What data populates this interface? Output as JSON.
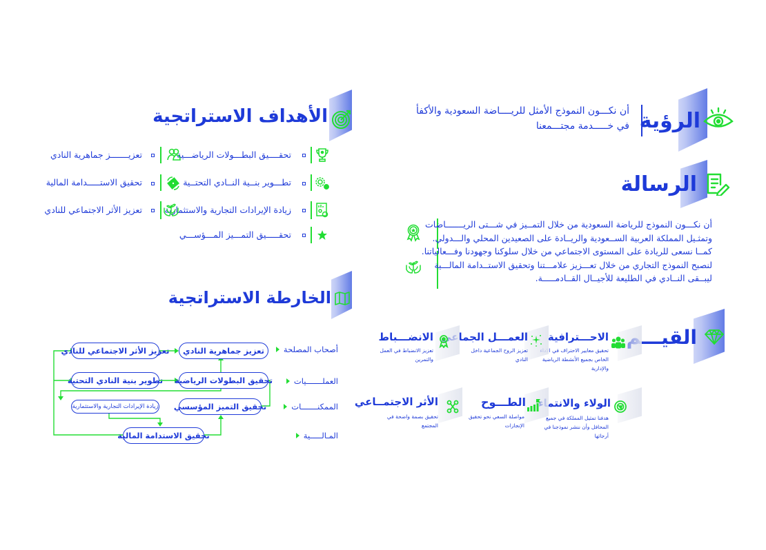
{
  "colors": {
    "primary_blue": "#1e3ad8",
    "accent_green": "#22dd33"
  },
  "vision": {
    "title": "الرؤية",
    "icon": "eye-icon",
    "lines": [
      "أن نكـــون النموذج الأمثل للريــــاضة السعودية والأكفأ",
      "في خـــــدمة مجتـــمعنا"
    ]
  },
  "mission": {
    "title": "الرسالة",
    "icon": "edit-document-icon",
    "lines": [
      "أن نكـــون النموذج للرياضة السعودية من خلال التمــيز في شـــتى الريـــــــاضات",
      "وتمثـيل المملكة العربية الســعودية والريــادة على الصعيدين المحلي والـــدولي.",
      "كمــا نسعى للريادة على المستوى الاجتماعي من خلال سلوكنا وجهودنا وفـــعالياتنا.",
      "لنصبح النموذج التجاري من خلال تعـــزيز علامـــتنا وتحقيق الاستــدامة المالـــية",
      "ليبــقى النــادي في الطليعة للأجيــال القــادمـــــة."
    ],
    "side_icons": [
      "award-medal-icon",
      "hands-plant-icon"
    ]
  },
  "goals": {
    "title": "الأهداف الاستراتجية",
    "icon": "target-icon",
    "rows": [
      {
        "icon": "trophy-icon",
        "text": "تحقــــيق البطـــولات الرياضـــية",
        "inner_icon": "handshake-icon",
        "right_text": "تعزيـــــــز جماهرية النادي"
      },
      {
        "icon": "gears-icon",
        "text": "تطـــوير بنــية النــادي التحتــية",
        "inner_icon": "money-cycle-icon",
        "right_text": "تحقيق الاستـــــدامة المالية"
      },
      {
        "icon": "report-chart-icon",
        "text": "زيادة الإيرادات التجارية والاستثمارية",
        "inner_icon": "hands-plant-icon",
        "right_text": "تعزيز الأثر الاجتماعي للنادي"
      },
      {
        "icon": "star-icon",
        "text": "تحقـــــيق التمـــيز المـــؤســـي",
        "inner_icon": null,
        "right_text": null
      }
    ]
  },
  "strategy_map": {
    "title": "الخارطة الاستراتجية",
    "icon": "map-icon",
    "lanes": [
      "أصحاب المصلحة",
      "العملـــــــيات",
      "الممكنـــــــات",
      "المـالـــــية"
    ],
    "nodes": {
      "fan_base": "تعزيز جماهرية النادي",
      "social_impact": "تعزيز الأثر الاجتماعي للنادي",
      "championships": "تحقيق البطولات الرياضية",
      "infrastructure": "تطوير بنية النادي التحتية",
      "excellence": "تحقيق التميز المؤسسي",
      "revenue": "زيادة الإيرادات التجارية والاستثمارية",
      "sustainability": "تحقيق الاستدامة المالية"
    }
  },
  "values": {
    "title": "القيـــم",
    "icon": "diamond-icon",
    "items": [
      {
        "title": "الاحـــترافية",
        "icon": "team-icon",
        "desc": [
          "تحقيق معايير الاحتراف في الاداء",
          "الخاص بجميع الأنشطة الرياضية",
          "والإدارية"
        ]
      },
      {
        "title": "العمـــل الجماعي",
        "icon": "sparkles-icon",
        "desc": [
          "تعزيز الروح الجماعية داخل",
          "النادي"
        ]
      },
      {
        "title": "الانضـــباط",
        "icon": "badge-icon",
        "desc": [
          "تعزيز الانضباط في العمل",
          "والتمرين"
        ]
      },
      {
        "title": "الولاء والانتماء",
        "icon": "loyalty-icon",
        "desc": [
          "هدفنا تمثيل المملكة في جميع",
          "المحافل وأن ننشر نموذجنا في",
          "أرجائها"
        ]
      },
      {
        "title": "الطـــوح",
        "icon": "growth-flag-icon",
        "desc": [
          "مواصلة السعي نحو تحقيق",
          "الإنجازات"
        ]
      },
      {
        "title": "الأثر الاجتمــاعي",
        "icon": "network-icon",
        "desc": [
          "تحقيق بصمة واضحة في",
          "المجتمع"
        ]
      }
    ]
  }
}
